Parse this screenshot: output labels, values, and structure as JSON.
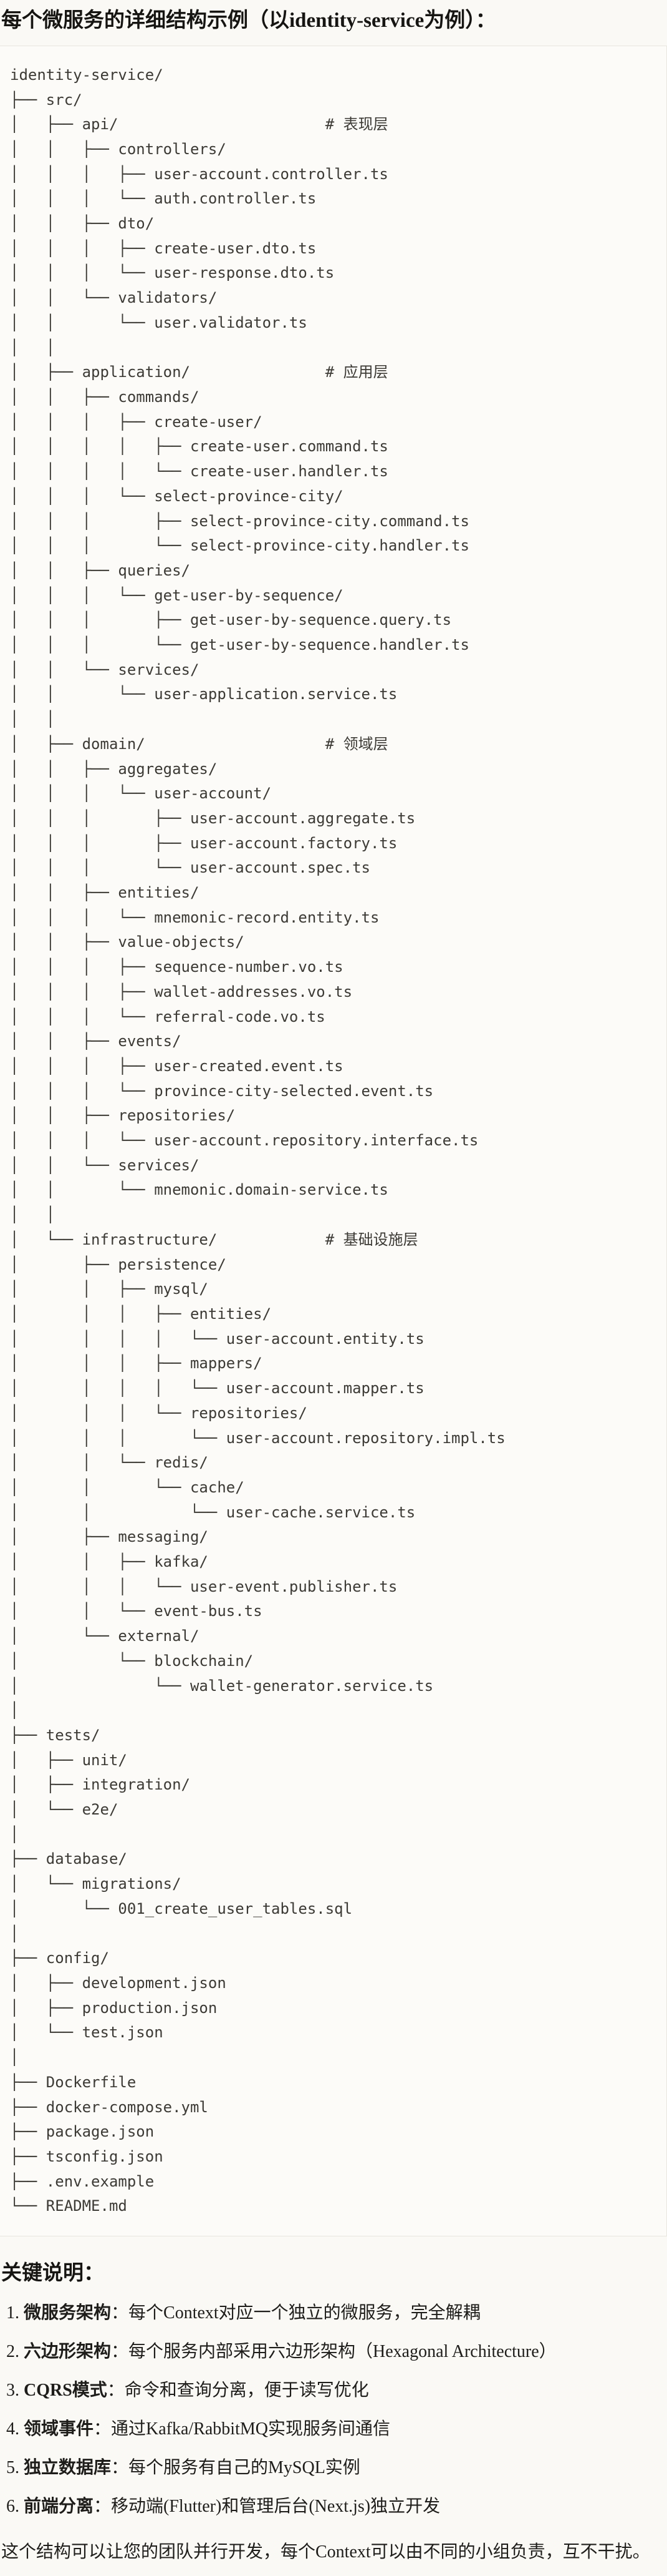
{
  "title": "每个微服务的详细结构示例（以identity-service为例）：",
  "colors": {
    "page_bg": "#faf9f5",
    "code_bg": "#fcfbf8",
    "code_border": "#e8e6df",
    "code_text": "#3c3a35",
    "text": "#1e1d1a"
  },
  "code": {
    "language": "plaintext",
    "lines": [
      "identity-service/",
      "├── src/",
      "│   ├── api/                       # 表现层",
      "│   │   ├── controllers/",
      "│   │   │   ├── user-account.controller.ts",
      "│   │   │   └── auth.controller.ts",
      "│   │   ├── dto/",
      "│   │   │   ├── create-user.dto.ts",
      "│   │   │   └── user-response.dto.ts",
      "│   │   └── validators/",
      "│   │       └── user.validator.ts",
      "│   │",
      "│   ├── application/               # 应用层",
      "│   │   ├── commands/",
      "│   │   │   ├── create-user/",
      "│   │   │   │   ├── create-user.command.ts",
      "│   │   │   │   └── create-user.handler.ts",
      "│   │   │   └── select-province-city/",
      "│   │   │       ├── select-province-city.command.ts",
      "│   │   │       └── select-province-city.handler.ts",
      "│   │   ├── queries/",
      "│   │   │   └── get-user-by-sequence/",
      "│   │   │       ├── get-user-by-sequence.query.ts",
      "│   │   │       └── get-user-by-sequence.handler.ts",
      "│   │   └── services/",
      "│   │       └── user-application.service.ts",
      "│   │",
      "│   ├── domain/                    # 领域层",
      "│   │   ├── aggregates/",
      "│   │   │   └── user-account/",
      "│   │   │       ├── user-account.aggregate.ts",
      "│   │   │       ├── user-account.factory.ts",
      "│   │   │       └── user-account.spec.ts",
      "│   │   ├── entities/",
      "│   │   │   └── mnemonic-record.entity.ts",
      "│   │   ├── value-objects/",
      "│   │   │   ├── sequence-number.vo.ts",
      "│   │   │   ├── wallet-addresses.vo.ts",
      "│   │   │   └── referral-code.vo.ts",
      "│   │   ├── events/",
      "│   │   │   ├── user-created.event.ts",
      "│   │   │   └── province-city-selected.event.ts",
      "│   │   ├── repositories/",
      "│   │   │   └── user-account.repository.interface.ts",
      "│   │   └── services/",
      "│   │       └── mnemonic.domain-service.ts",
      "│   │",
      "│   └── infrastructure/            # 基础设施层",
      "│       ├── persistence/",
      "│       │   ├── mysql/",
      "│       │   │   ├── entities/",
      "│       │   │   │   └── user-account.entity.ts",
      "│       │   │   ├── mappers/",
      "│       │   │   │   └── user-account.mapper.ts",
      "│       │   │   └── repositories/",
      "│       │   │       └── user-account.repository.impl.ts",
      "│       │   └── redis/",
      "│       │       └── cache/",
      "│       │           └── user-cache.service.ts",
      "│       ├── messaging/",
      "│       │   ├── kafka/",
      "│       │   │   └── user-event.publisher.ts",
      "│       │   └── event-bus.ts",
      "│       └── external/",
      "│           └── blockchain/",
      "│               └── wallet-generator.service.ts",
      "│",
      "├── tests/",
      "│   ├── unit/",
      "│   ├── integration/",
      "│   └── e2e/",
      "│",
      "├── database/",
      "│   └── migrations/",
      "│       └── 001_create_user_tables.sql",
      "│",
      "├── config/",
      "│   ├── development.json",
      "│   ├── production.json",
      "│   └── test.json",
      "│",
      "├── Dockerfile",
      "├── docker-compose.yml",
      "├── package.json",
      "├── tsconfig.json",
      "├── .env.example",
      "└── README.md"
    ]
  },
  "notes": {
    "heading": "关键说明：",
    "items": [
      {
        "num": "1.",
        "label": "微服务架构",
        "rest": "：每个Context对应一个独立的微服务，完全解耦"
      },
      {
        "num": "2.",
        "label": "六边形架构",
        "rest": "：每个服务内部采用六边形架构（Hexagonal Architecture）"
      },
      {
        "num": "3.",
        "label": "CQRS模式",
        "rest": "：命令和查询分离，便于读写优化"
      },
      {
        "num": "4.",
        "label": "领域事件",
        "rest": "：通过Kafka/RabbitMQ实现服务间通信"
      },
      {
        "num": "5.",
        "label": "独立数据库",
        "rest": "：每个服务有自己的MySQL实例"
      },
      {
        "num": "6.",
        "label": "前端分离",
        "rest": "：移动端(Flutter)和管理后台(Next.js)独立开发"
      }
    ]
  },
  "closing": "这个结构可以让您的团队并行开发，每个Context可以由不同的小组负责，互不干扰。"
}
